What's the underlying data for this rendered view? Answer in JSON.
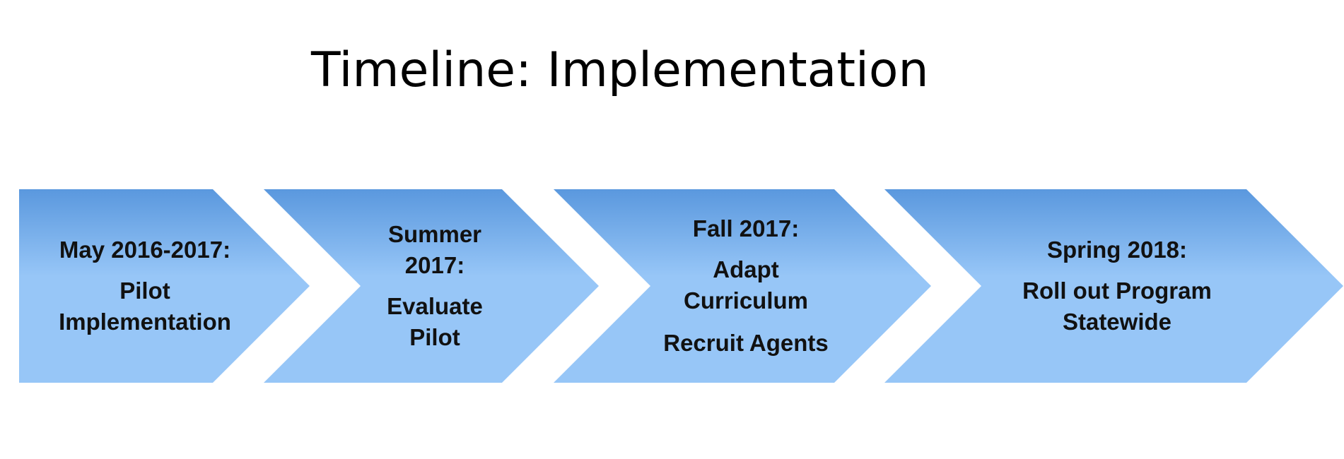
{
  "title": "Timeline: Implementation",
  "colors": {
    "chevron_top": "#5a98de",
    "chevron_bottom": "#97c6f7",
    "text": "#111111"
  },
  "steps": [
    {
      "heading": [
        "May 2016-2017:"
      ],
      "body": [
        [
          "Pilot",
          "Implementation"
        ]
      ]
    },
    {
      "heading": [
        "Summer",
        "2017:"
      ],
      "body": [
        [
          "Evaluate",
          "Pilot"
        ]
      ]
    },
    {
      "heading": [
        "Fall 2017:"
      ],
      "body": [
        [
          "Adapt",
          "Curriculum"
        ],
        [
          "Recruit Agents"
        ]
      ]
    },
    {
      "heading": [
        "Spring 2018:"
      ],
      "body": [
        [
          "Roll out Program",
          "Statewide"
        ]
      ]
    }
  ]
}
